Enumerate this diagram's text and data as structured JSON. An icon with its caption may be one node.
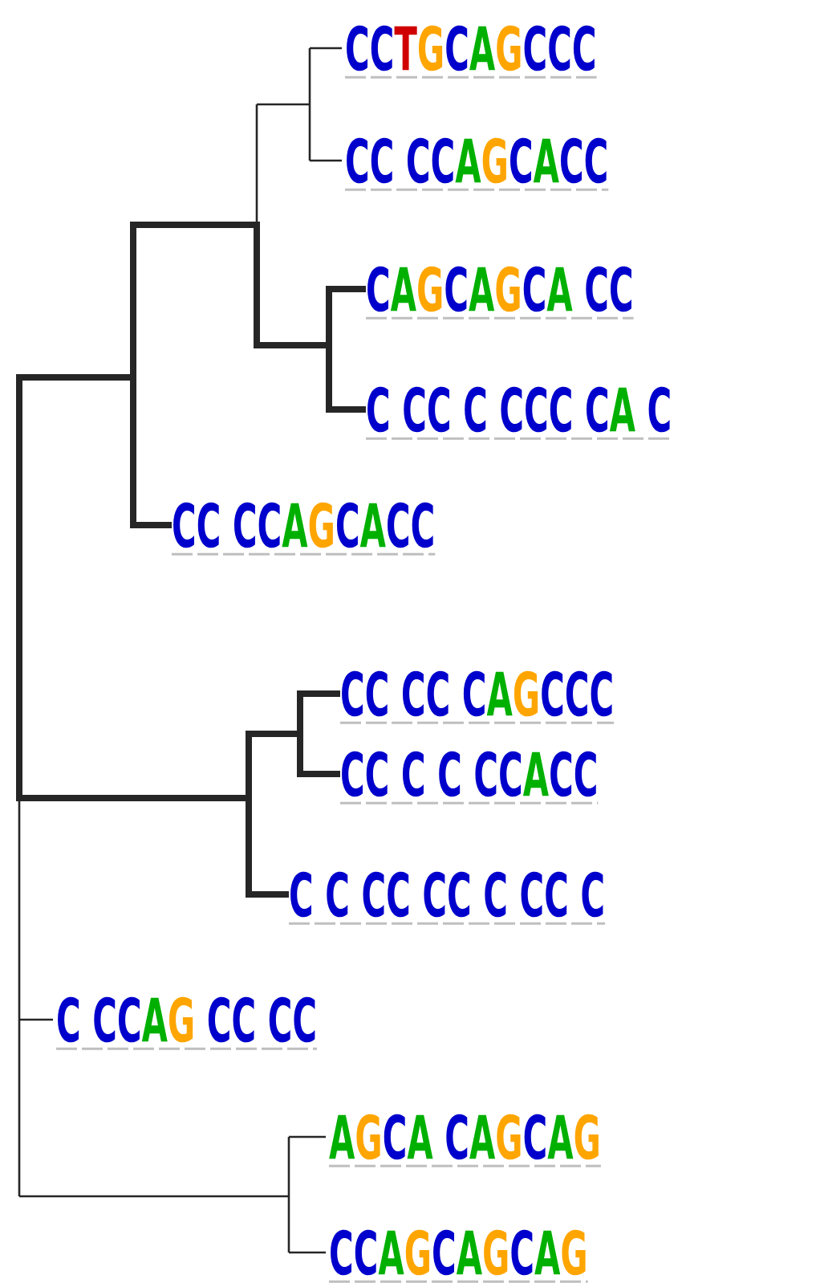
{
  "diagram": {
    "nodes": [
      {
        "text": [
          "CCTGCAGCCC"
        ]
      },
      {
        "text": [
          "CC CCAGCACC"
        ]
      },
      {
        "text": [
          "CAGCAGCA CC"
        ]
      },
      {
        "text": [
          "C CC C CCC CA C"
        ]
      },
      {
        "text": [
          "CC CCAGCACC"
        ]
      },
      {
        "text": [
          "CC CC CAGCCC"
        ]
      },
      {
        "text": [
          "CC C C CCACC"
        ]
      },
      {
        "text": [
          "C C CC CC C CC C"
        ]
      },
      {
        "text": [
          "C CCAG CC CC"
        ]
      },
      {
        "text": [
          "AGCA CAGCAG"
        ]
      },
      {
        "text": [
          "CCAGCAGCAG"
        ]
      }
    ]
  }
}
